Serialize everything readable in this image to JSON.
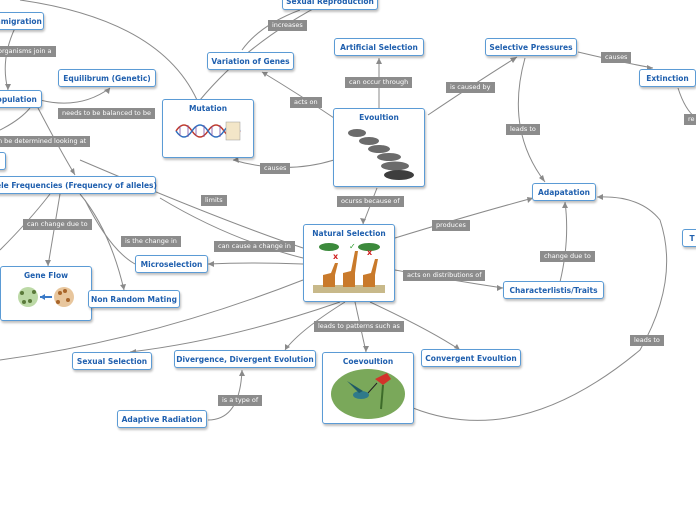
{
  "nodes": {
    "immigration": "Immigration",
    "population": "Population",
    "equilibrum": "Equilibrum (Genetic)",
    "allele_freq": "Allele Frequencies (Frequency of alleles)",
    "gene_flow": "Gene Flow",
    "non_random_mating": "Non Random Mating",
    "microselection": "Microselection",
    "mutation": "Mutation",
    "variation_of_genes": "Variation of Genes",
    "sexual_reproduction": "Sexual Reproduction",
    "artificial_selection": "Artificial Selection",
    "selective_pressures": "Selective Pressures",
    "extinction": "Extinction",
    "evoultion": "Evoultion",
    "adapatation": "Adapatation",
    "natural_selection": "Natural Selection",
    "characteristics": "Characterlistis/Traits",
    "sexual_selection": "Sexual Selection",
    "divergence": "Divergence, Divergent Evolution",
    "coevoultion": "Coevoultion",
    "convergent": "Convergent Evoultion",
    "adaptive_radiation": "Adaptive Radiation",
    "edge_t": "T"
  },
  "labels": {
    "organisms_join": "organisms join a",
    "increases": "increases",
    "needs_balanced": "needs to be balanced to be",
    "determined_looking": "n be determined looking at",
    "can_change_due": "can change due to",
    "is_change_in": "is the change in",
    "limits": "limits",
    "can_cause_change": "can cause a change in",
    "acts_on": "acts on",
    "can_occur_through": "can occur through",
    "is_caused_by": "is caused by",
    "causes_top": "causes",
    "causes_mid": "causes",
    "leads_to_top": "leads to",
    "edge_re": "re",
    "ocurss_because": "ocurss because of",
    "produces": "produces",
    "change_due_to": "change due to",
    "acts_on_distributions": "acts on distributions of",
    "leads_to_patterns": "leads to patterns such as",
    "leads_to_bottom": "leads to",
    "is_type_of": "is a type of"
  }
}
